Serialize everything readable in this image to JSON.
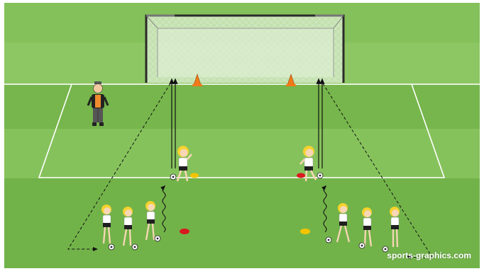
{
  "drill": {
    "watermark": "sports-graphics.com"
  },
  "colors": {
    "grass_light": "#8cc45e",
    "grass_dark": "#6cb04a",
    "lines": "#ffffff",
    "cone_orange": "#f07a1a",
    "marker_red": "#d8191f",
    "marker_yellow": "#f5c400",
    "shirt_white": "#ffffff",
    "shorts_black": "#1f1f1f",
    "hair_blonde": "#f6d22e",
    "coach_vest": "#f08c2e"
  },
  "icons": {
    "goal": "goal-net-icon",
    "cone": "cone-icon",
    "marker": "flat-marker-icon",
    "ball": "soccer-ball-icon",
    "player": "player-icon",
    "coach": "coach-icon"
  },
  "groups": [
    {
      "side": "left",
      "waiting_players": 3,
      "active_player": 1
    },
    {
      "side": "right",
      "waiting_players": 3,
      "active_player": 1
    }
  ]
}
